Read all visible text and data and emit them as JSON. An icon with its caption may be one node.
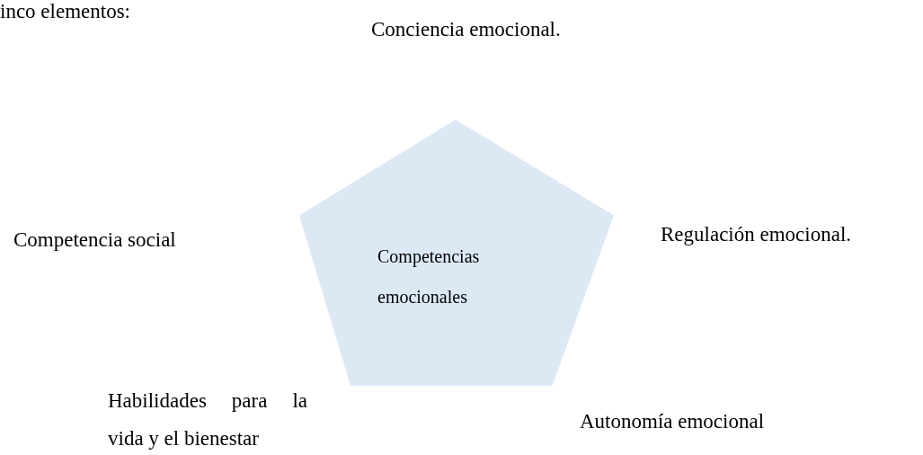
{
  "diagram": {
    "nodes": [
      {
        "text": [
          "Competencias emocionales"
        ]
      }
    ],
    "labels": [
      "inco elementos:",
      "Conciencia emocional.",
      "Competencia social",
      "Regulación emocional.",
      "Habilidades para la vida y el bienestar",
      "Autonomía emocional"
    ]
  }
}
